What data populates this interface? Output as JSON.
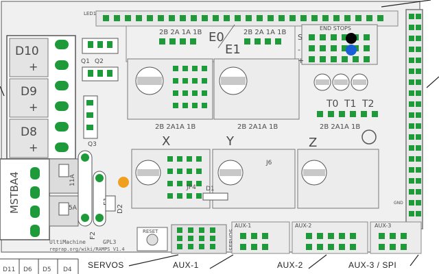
{
  "title": "RAMPS 1.4",
  "terminals": {
    "d10": "D10",
    "d9": "D9",
    "d8": "D8",
    "plus": "+",
    "minus": "-"
  },
  "stepper_labels": {
    "e0": "E0",
    "e1": "E1",
    "x": "X",
    "y": "Y",
    "z": "Z",
    "pins": "2B 2A 1A 1B",
    "pins_compact": "2B 2A1A 1B"
  },
  "transistors": {
    "q1": "Q1",
    "q2": "Q2",
    "q3": "Q3"
  },
  "fuses": {
    "f1": "F1",
    "f2": "F2",
    "fuse_a": "11A",
    "fuse_b": "5A"
  },
  "connectors": {
    "end_stops": "END STOPS",
    "servos": "SERVOS",
    "aux1": "AUX-1",
    "aux2": "AUX-2",
    "aux3": "AUX-3",
    "aux3_spi": "AUX-3 / SPI",
    "reset": "RESET",
    "power": "MSTBA4",
    "s_label": "S"
  },
  "thermistors": {
    "t0": "T0",
    "t1": "T1",
    "t2": "T2"
  },
  "misc": {
    "led1": "LED1",
    "d1": "D1",
    "d2": "D2",
    "jp4": "JP4",
    "j6": "J6",
    "gnd": "GND",
    "mfg": "UltiMachine",
    "gpl": "GPL3",
    "web": "reprap.org/wiki/RAMPS V1.4"
  },
  "bottom_labels": {
    "d11": "D11",
    "d6": "D6",
    "d5": "D5",
    "d4": "D4"
  },
  "markers": [
    {
      "name": "black-pin-marker",
      "color": "#000000"
    },
    {
      "name": "blue-pin-marker",
      "color": "#1a5fd6"
    },
    {
      "name": "orange-pin-marker",
      "color": "#f0a020"
    }
  ],
  "colors": {
    "board": "#f2f2f2",
    "pad": "#1f9a3a",
    "silk": "#555555"
  }
}
